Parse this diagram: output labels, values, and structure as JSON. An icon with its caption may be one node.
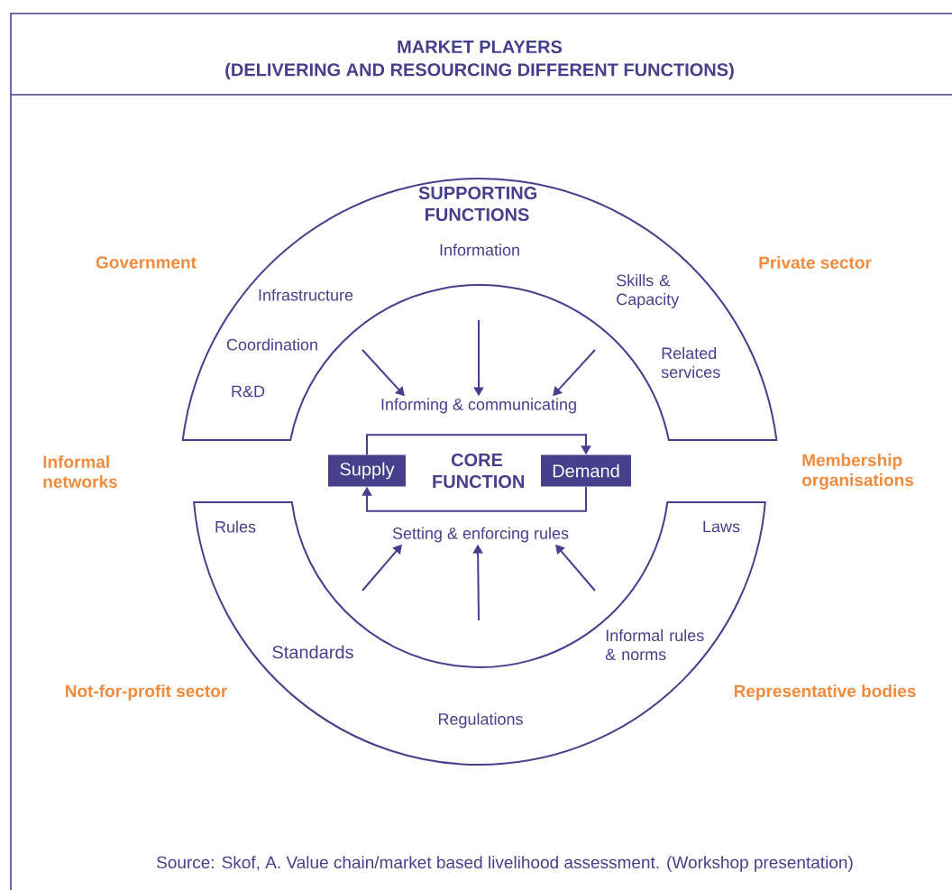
{
  "diagram": {
    "caption": "Source: Skof, A. Value chain/market based livelihood assessment. (Workshop presentation)",
    "nodes": [
      {
        "text": [
          "MARKET PLAYERS",
          "(DELIVERING AND RESOURCING DIFFERENT FUNCTIONS)"
        ]
      },
      {
        "text": [
          "SUPPORTING FUNCTIONS",
          "Information",
          "Infrastructure",
          "Skills & Capacity",
          "Coordination",
          "Related services",
          "R&D"
        ]
      },
      {
        "text": [
          "Rules",
          "Laws",
          "Standards",
          "Informal rules & norms",
          "Regulations"
        ]
      },
      {
        "text": [
          "Supply"
        ]
      },
      {
        "text": [
          "Demand"
        ]
      },
      {
        "text": [
          "Informing & communicating"
        ]
      },
      {
        "text": [
          "Setting & enforcing rules"
        ]
      }
    ],
    "edges": [
      {
        "from": 3,
        "to": 4,
        "arrow": "to"
      },
      {
        "from": 4,
        "to": 3,
        "arrow": "to"
      },
      {
        "from": null,
        "to": 5,
        "arrow": "to"
      },
      {
        "from": null,
        "to": 5,
        "arrow": "to"
      },
      {
        "from": null,
        "to": 5,
        "arrow": "to"
      },
      {
        "from": null,
        "to": 6,
        "arrow": "to"
      },
      {
        "from": null,
        "to": 6,
        "arrow": "to"
      },
      {
        "from": null,
        "to": 6,
        "arrow": "to"
      }
    ],
    "labels": [
      "Government",
      "Private sector",
      "Informal networks",
      "CORE FUNCTION",
      "Membership organisations",
      "Not-for-profit sector",
      "Representative bodies"
    ]
  }
}
